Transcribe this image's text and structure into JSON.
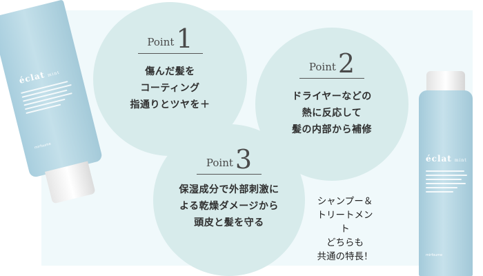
{
  "points": [
    {
      "word": "Point",
      "number": "1",
      "lines": [
        "傷んだ髪を",
        "コーティング",
        "指通りとツヤを＋"
      ]
    },
    {
      "word": "Point",
      "number": "2",
      "lines": [
        "ドライヤーなどの",
        "熱に反応して",
        "髪の内部から補修"
      ]
    },
    {
      "word": "Point",
      "number": "3",
      "lines": [
        "保湿成分で外部刺激に",
        "よる乾燥ダメージから",
        "頭皮と髪を守る"
      ]
    }
  ],
  "note": [
    "シャンプー＆",
    "トリートメン",
    "ト",
    "どちらも",
    "共通の特長！"
  ],
  "products": {
    "brand": "éclat",
    "variant": "mint",
    "maker": "mirfoume",
    "colors": {
      "package": "#b3d5e2",
      "circle": "#d7ebeb",
      "panel": "#f0f9fb"
    }
  }
}
